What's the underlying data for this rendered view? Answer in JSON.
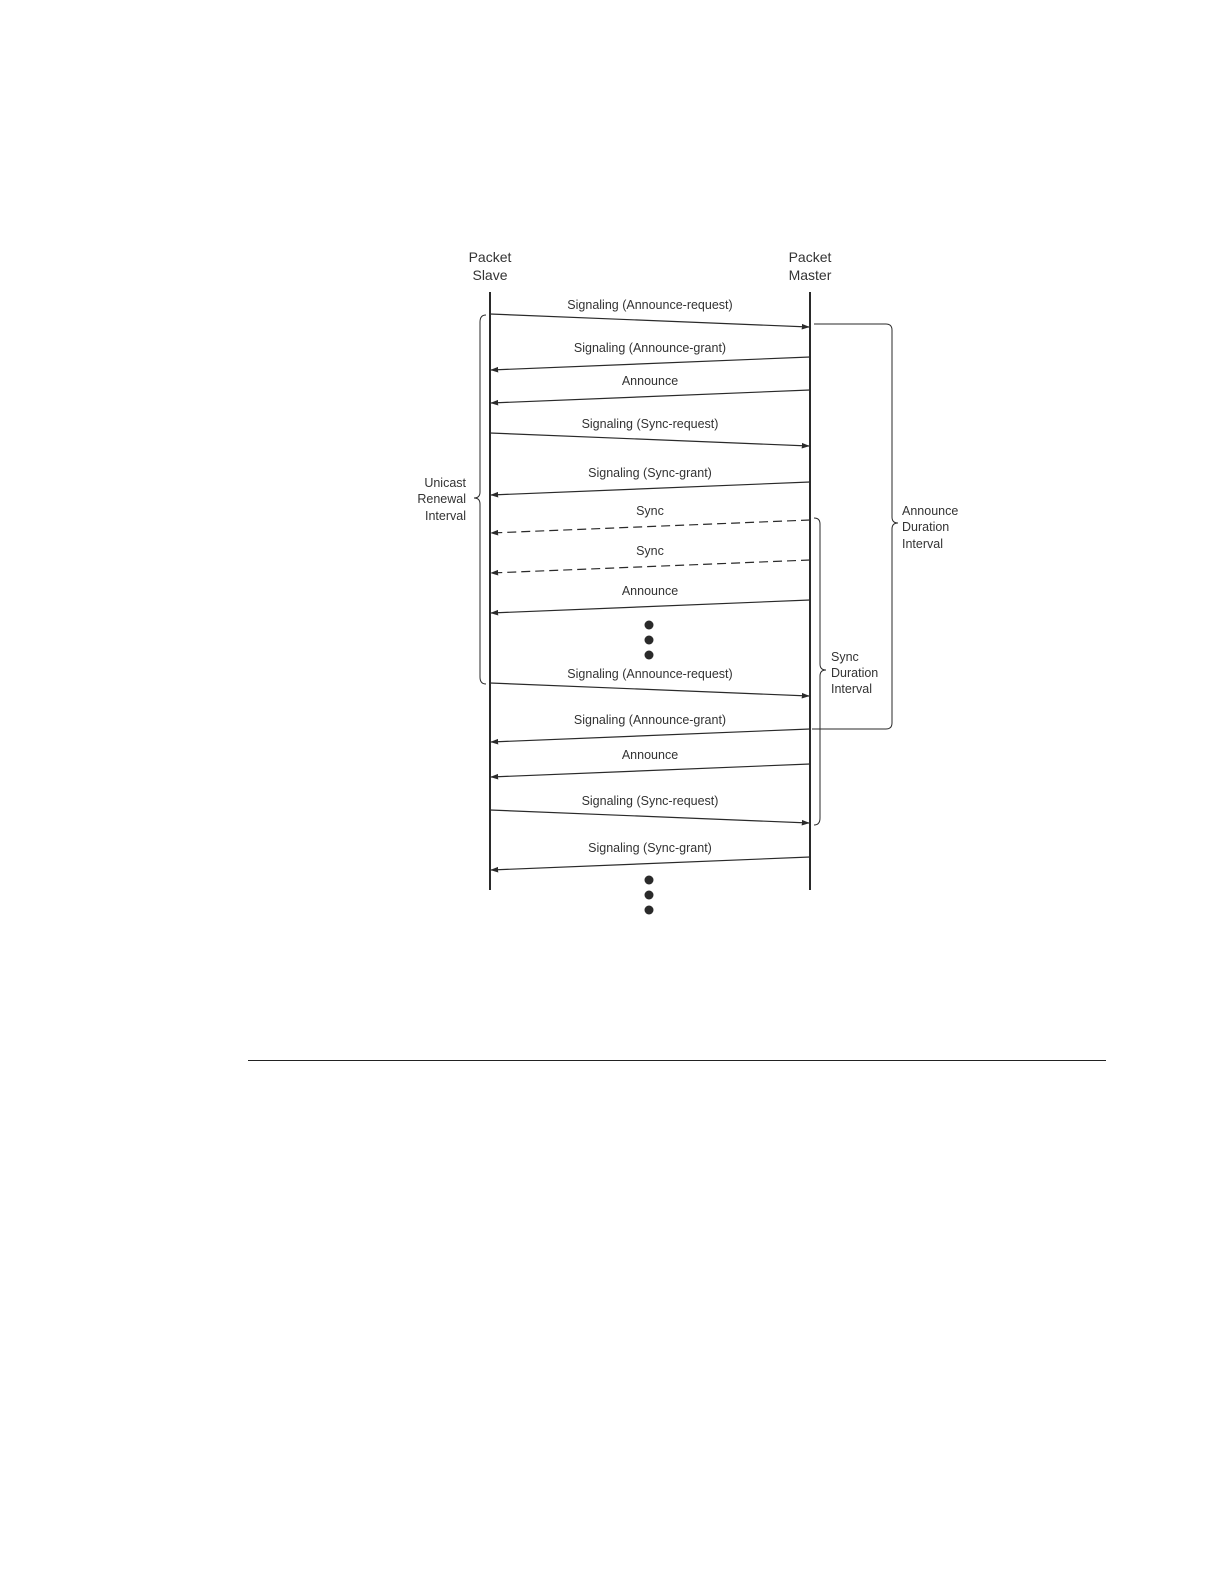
{
  "colors": {
    "line": "#2a2a2a",
    "text": "#333333",
    "background": "#ffffff"
  },
  "lifelines": {
    "slave": {
      "line1": "Packet",
      "line2": "Slave"
    },
    "master": {
      "line1": "Packet",
      "line2": "Master"
    }
  },
  "messages": [
    {
      "label": "Signaling (Announce-request)",
      "direction": "to-master",
      "style": "solid"
    },
    {
      "label": "Signaling (Announce-grant)",
      "direction": "to-slave",
      "style": "solid"
    },
    {
      "label": "Announce",
      "direction": "to-slave",
      "style": "solid"
    },
    {
      "label": "Signaling (Sync-request)",
      "direction": "to-master",
      "style": "solid"
    },
    {
      "label": "Signaling (Sync-grant)",
      "direction": "to-slave",
      "style": "solid"
    },
    {
      "label": "Sync",
      "direction": "to-slave",
      "style": "dashed"
    },
    {
      "label": "Sync",
      "direction": "to-slave",
      "style": "dashed"
    },
    {
      "label": "Announce",
      "direction": "to-slave",
      "style": "solid"
    },
    {
      "label": "Signaling (Announce-request)",
      "direction": "to-master",
      "style": "solid"
    },
    {
      "label": "Signaling (Announce-grant)",
      "direction": "to-slave",
      "style": "solid"
    },
    {
      "label": "Announce",
      "direction": "to-slave",
      "style": "solid"
    },
    {
      "label": "Signaling (Sync-request)",
      "direction": "to-master",
      "style": "solid"
    },
    {
      "label": "Signaling (Sync-grant)",
      "direction": "to-slave",
      "style": "solid"
    }
  ],
  "intervals": {
    "unicast_renewal": {
      "line1": "Unicast",
      "line2": "Renewal",
      "line3": "Interval"
    },
    "announce_duration": {
      "line1": "Announce",
      "line2": "Duration",
      "line3": "Interval"
    },
    "sync_duration": {
      "line1": "Sync",
      "line2": "Duration",
      "line3": "Interval"
    }
  }
}
